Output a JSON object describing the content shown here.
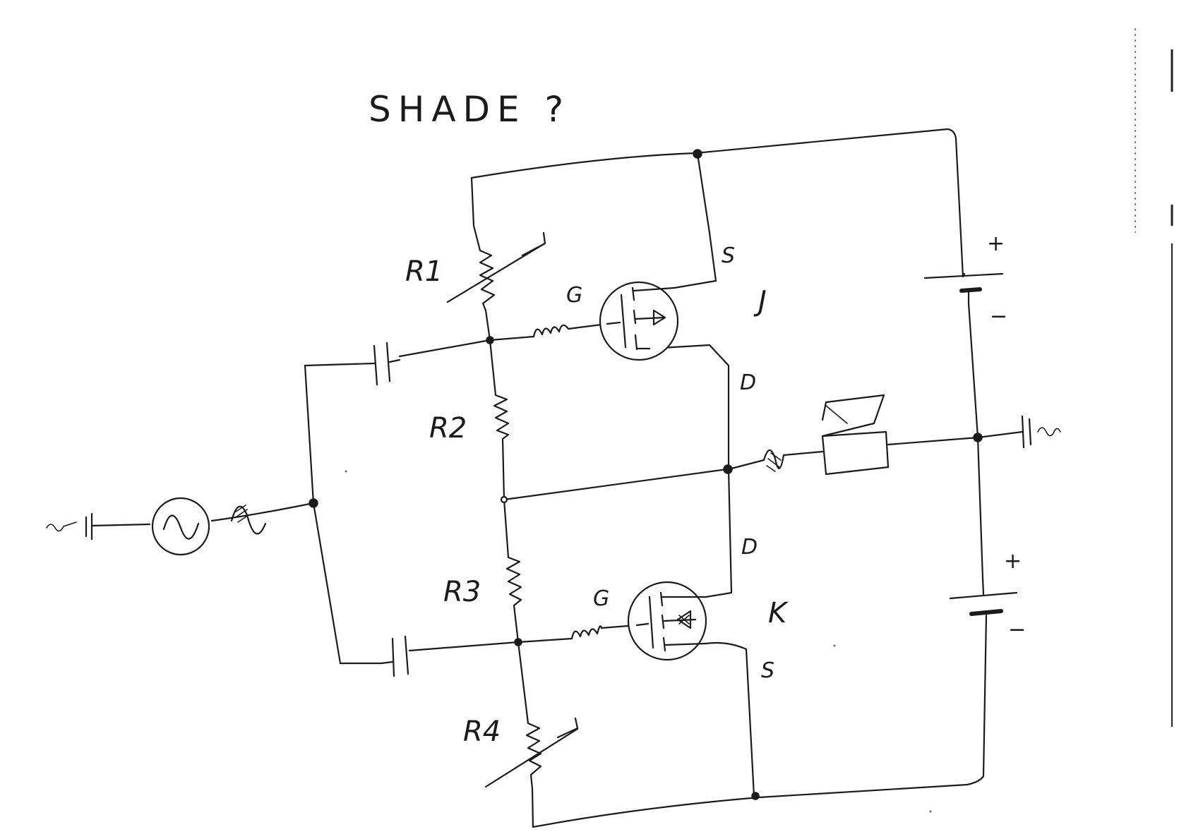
{
  "title": "SHADE ?",
  "resistors": {
    "r1": "R1",
    "r2": "R2",
    "r3": "R3",
    "r4": "R4"
  },
  "transistor_j": {
    "name": "J",
    "gate": "G",
    "source": "S",
    "drain": "D"
  },
  "transistor_k": {
    "name": "K",
    "gate": "G",
    "drain": "D",
    "source": "S"
  },
  "battery_top": {
    "plus": "+",
    "minus": "−"
  },
  "battery_bottom": {
    "plus": "+",
    "minus": "−"
  },
  "icons": [
    "ac-source-icon",
    "capacitor-icon",
    "variable-resistor-icon",
    "resistor-icon",
    "inductor-icon",
    "mosfet-icon",
    "battery-icon",
    "speaker-icon",
    "ground-terminal-icon"
  ]
}
